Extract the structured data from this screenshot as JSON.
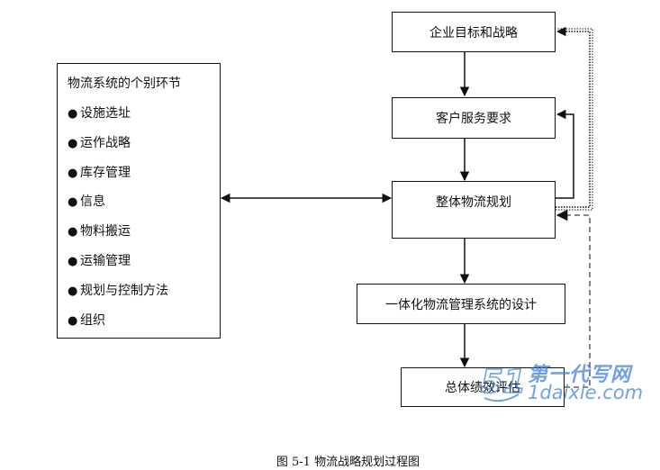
{
  "flow": {
    "goals": "企业目标和战略",
    "customer": "客户服务要求",
    "planning": "整体物流规划",
    "integrated": "一体化物流管理系统的设计",
    "performance": "总体绩效评估"
  },
  "left_panel": {
    "title": "物流系统的个别环节",
    "bullet": "●",
    "items": [
      "设施选址",
      "运作战略",
      "库存管理",
      "信息",
      "物料搬运",
      "运输管理",
      "规划与控制方法",
      "组织"
    ]
  },
  "watermark": {
    "logo_text": "第一代写网",
    "url": "1daixie.com",
    "color": "#3b7dd8"
  },
  "caption": "图 5-1  物流战略规划过程图"
}
